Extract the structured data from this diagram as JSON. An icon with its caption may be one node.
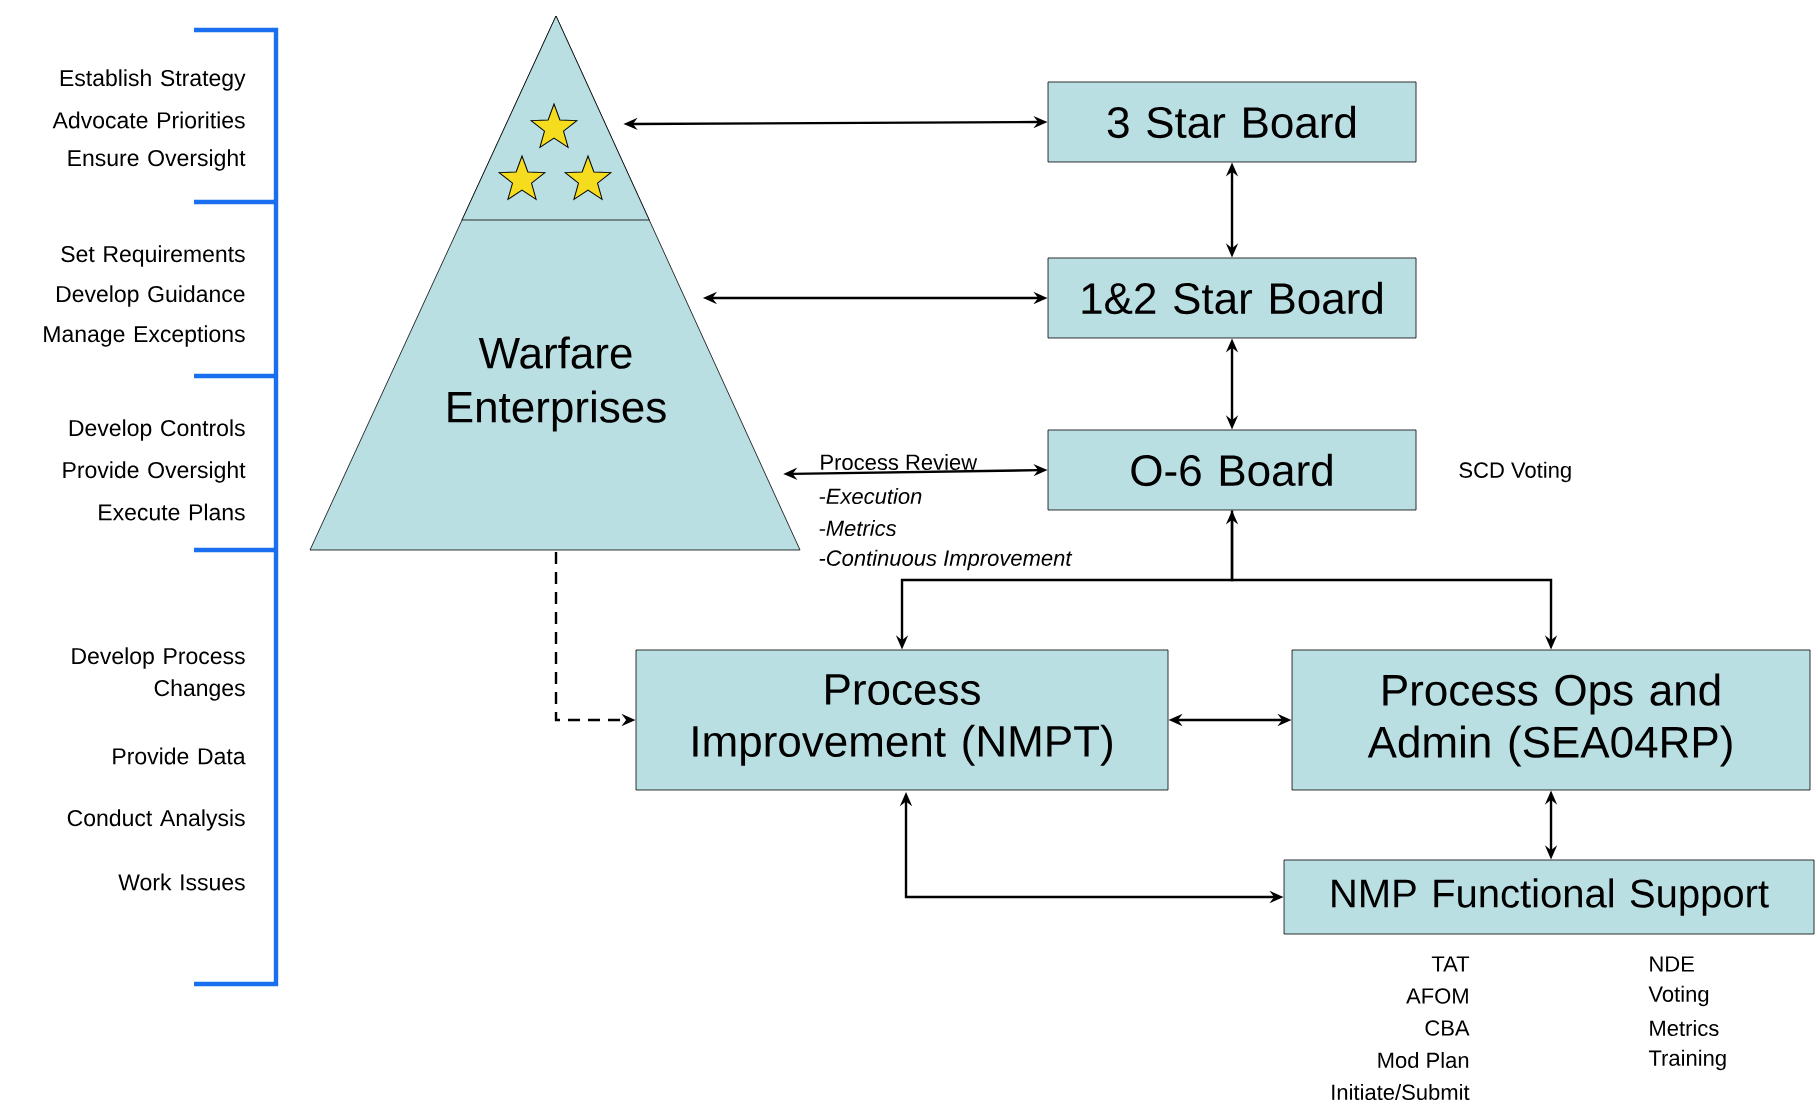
{
  "diagram": {
    "nodes": [
      {
        "text": [
          "Warfare Enterprises"
        ]
      },
      {
        "text": [],
        "shape": "triangle",
        "in": 0
      },
      {
        "text": [
          "3 Star Board"
        ]
      },
      {
        "text": [
          "1&2 Star Board"
        ]
      },
      {
        "text": [
          "O-6 Board"
        ],
        "beside": [
          "SCD Voting"
        ]
      },
      {
        "text": [
          "Process Improvement (NMPT)"
        ]
      },
      {
        "text": [
          "Process Ops and Admin (SEA04RP)"
        ]
      },
      {
        "text": [
          "NMP Functional Support"
        ],
        "beside": [
          "TAT",
          "AFOM",
          "CBA",
          "Mod Plan",
          "Initiate/Submit",
          "NDE",
          "Voting",
          "Metrics",
          "Training"
        ]
      }
    ],
    "edges": [
      {
        "from": 2,
        "to": 1,
        "arrow": "both"
      },
      {
        "from": 3,
        "to": 0,
        "arrow": "both"
      },
      {
        "from": 2,
        "to": 3,
        "arrow": "both"
      },
      {
        "from": 3,
        "to": 4,
        "arrow": "both"
      },
      {
        "from": 0,
        "to": 4,
        "arrow": "both",
        "label": "Process Review"
      },
      {
        "from": 4,
        "to": 5,
        "arrow": "both"
      },
      {
        "from": 4,
        "to": 6,
        "arrow": "to"
      },
      {
        "from": 0,
        "to": 5,
        "arrow": "to",
        "style": "dashed"
      },
      {
        "from": 5,
        "to": 6,
        "arrow": "both"
      },
      {
        "from": 6,
        "to": 7,
        "arrow": "both"
      },
      {
        "from": 5,
        "to": 7,
        "arrow": "both"
      }
    ],
    "labels": [
      "Establish Strategy",
      "Advocate Priorities",
      "Ensure Oversight",
      "Set Requirements",
      "Develop Guidance",
      "Manage Exceptions",
      "Develop Controls",
      "Provide Oversight",
      "Execute Plans",
      "Develop Process Changes",
      "Provide Data",
      "Conduct Analysis",
      "Work Issues",
      "-Execution",
      "-Metrics",
      "-Continuous Improvement"
    ]
  }
}
